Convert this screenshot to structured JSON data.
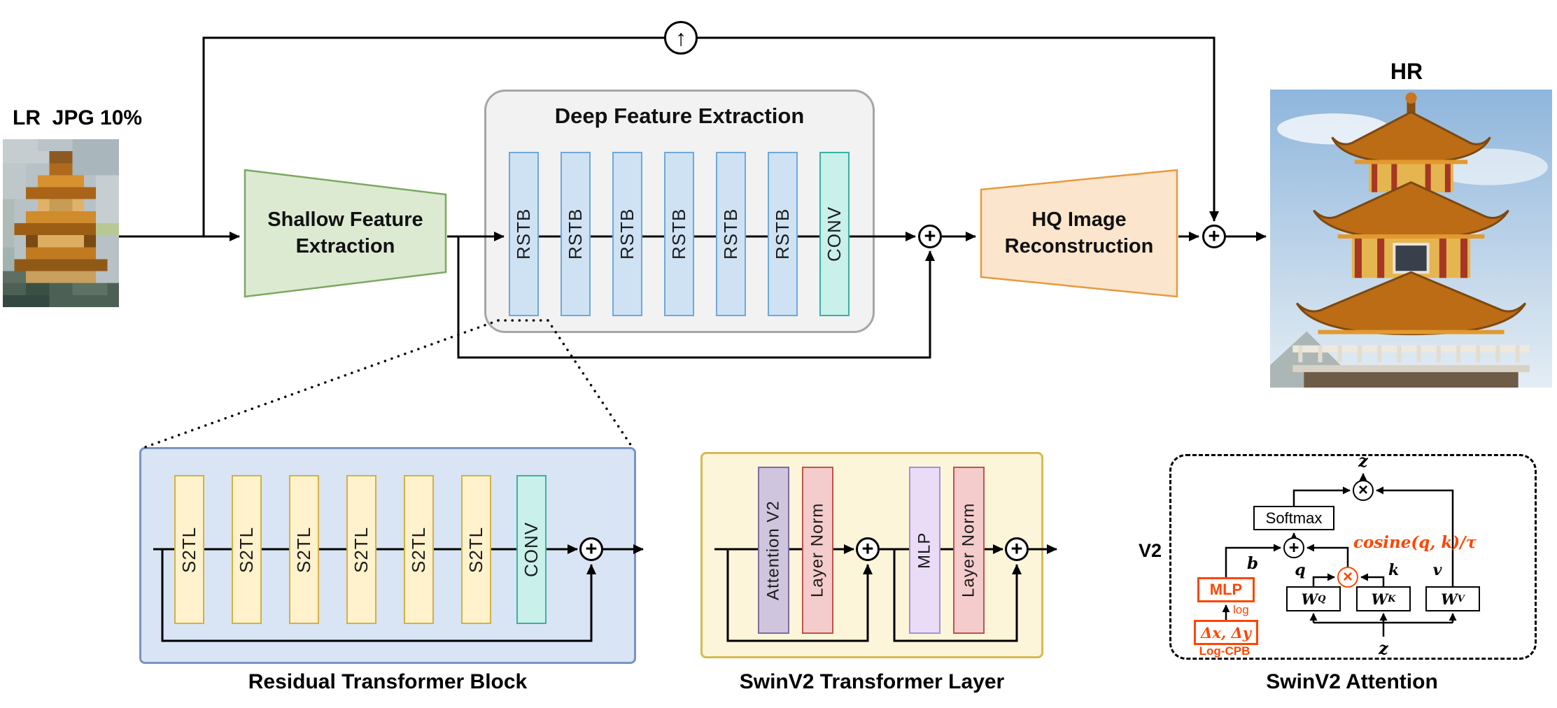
{
  "icons": {
    "plus": "+",
    "times": "×",
    "up_arrow": "↑"
  },
  "colors": {
    "accent_orange": "#FF4500",
    "line": "#000000",
    "rstb_fill": "#cfe2f3",
    "conv_fill": "#c9f0e9",
    "s2tl_fill": "#fff2cc",
    "shallow_fill": "#dcead2",
    "hq_fill": "#fce5cd",
    "rtb_panel_fill": "#d9e4f4",
    "swin_panel_fill": "#fdf5d9",
    "attention_v2_fill": "#cfc5dd",
    "layer_norm_fill": "#f4cccc",
    "mlp_fill": "#eadcf7"
  },
  "main": {
    "lr_label": "LR  JPG 10%",
    "hr_label": "HR",
    "shallow_line1": "Shallow Feature",
    "shallow_line2": "Extraction",
    "deep_title": "Deep Feature Extraction",
    "deep_blocks": [
      "RSTB",
      "RSTB",
      "RSTB",
      "RSTB",
      "RSTB",
      "RSTB",
      "CONV"
    ],
    "hq_line1": "HQ Image",
    "hq_line2": "Reconstruction"
  },
  "rtb": {
    "blocks": [
      "S2TL",
      "S2TL",
      "S2TL",
      "S2TL",
      "S2TL",
      "S2TL",
      "CONV"
    ],
    "caption": "Residual Transformer Block"
  },
  "swin_layer": {
    "blocks": [
      "Attention V2",
      "Layer Norm",
      "MLP",
      "Layer Norm"
    ],
    "caption": "SwinV2 Transformer Layer"
  },
  "attention": {
    "v2": "V2",
    "softmax": "Softmax",
    "cosine": "cosine(q, k)/τ",
    "b": "b",
    "mlp": "MLP",
    "log": "log",
    "delta": "Δx, Δy",
    "log_cpb": "Log-CPB",
    "q": "q",
    "k": "k",
    "v": "v",
    "z_top": "z",
    "z_bottom": "z",
    "w_boxes": [
      {
        "base": "W",
        "sup": "Q"
      },
      {
        "base": "W",
        "sup": "K"
      },
      {
        "base": "W",
        "sup": "V"
      }
    ],
    "caption": "SwinV2 Attention"
  }
}
